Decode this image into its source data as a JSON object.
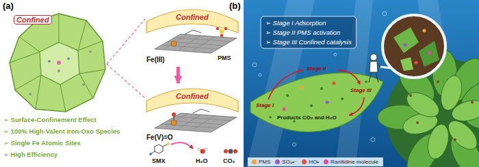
{
  "diagram": {
    "nodes": [
      {
        "text": [
          "Confined"
        ]
      },
      {
        "text": [
          "Confined",
          "Fe(III)"
        ]
      },
      {
        "text": [
          "Confined",
          "Fe(V)=O"
        ]
      }
    ],
    "edges": [
      {
        "from": 0,
        "to": 1,
        "arrow": "none"
      },
      {
        "from": 0,
        "to": 2,
        "arrow": "none"
      },
      {
        "from": 1,
        "to": 2,
        "arrow": "to"
      }
    ],
    "labels": [
      "(a)",
      "(b)",
      "➢ Surface-Confinement Effect",
      "➢ 100% High-Valent Iron-Oxo Species",
      "➢ Single Fe Atomic Sites",
      "➢ High Efficiency",
      "PMS",
      "SMX",
      "H₂O",
      "CO₂",
      "➢ Stage I Adsorption",
      "➢ Stage II PMS activation",
      "➢ Stage III Confined catalysis",
      "Stage I",
      "Stage II",
      "Stage III",
      "Products CO₂ and H₂O"
    ],
    "legend": [
      {
        "text": "PMS",
        "color": "#f0a23c"
      },
      {
        "text": "SO₄•⁻",
        "color": "#9b59c6"
      },
      {
        "text": "HO•",
        "color": "#e8502e"
      },
      {
        "text": "Ranitidine molecule",
        "color": "#e0479e"
      }
    ]
  }
}
